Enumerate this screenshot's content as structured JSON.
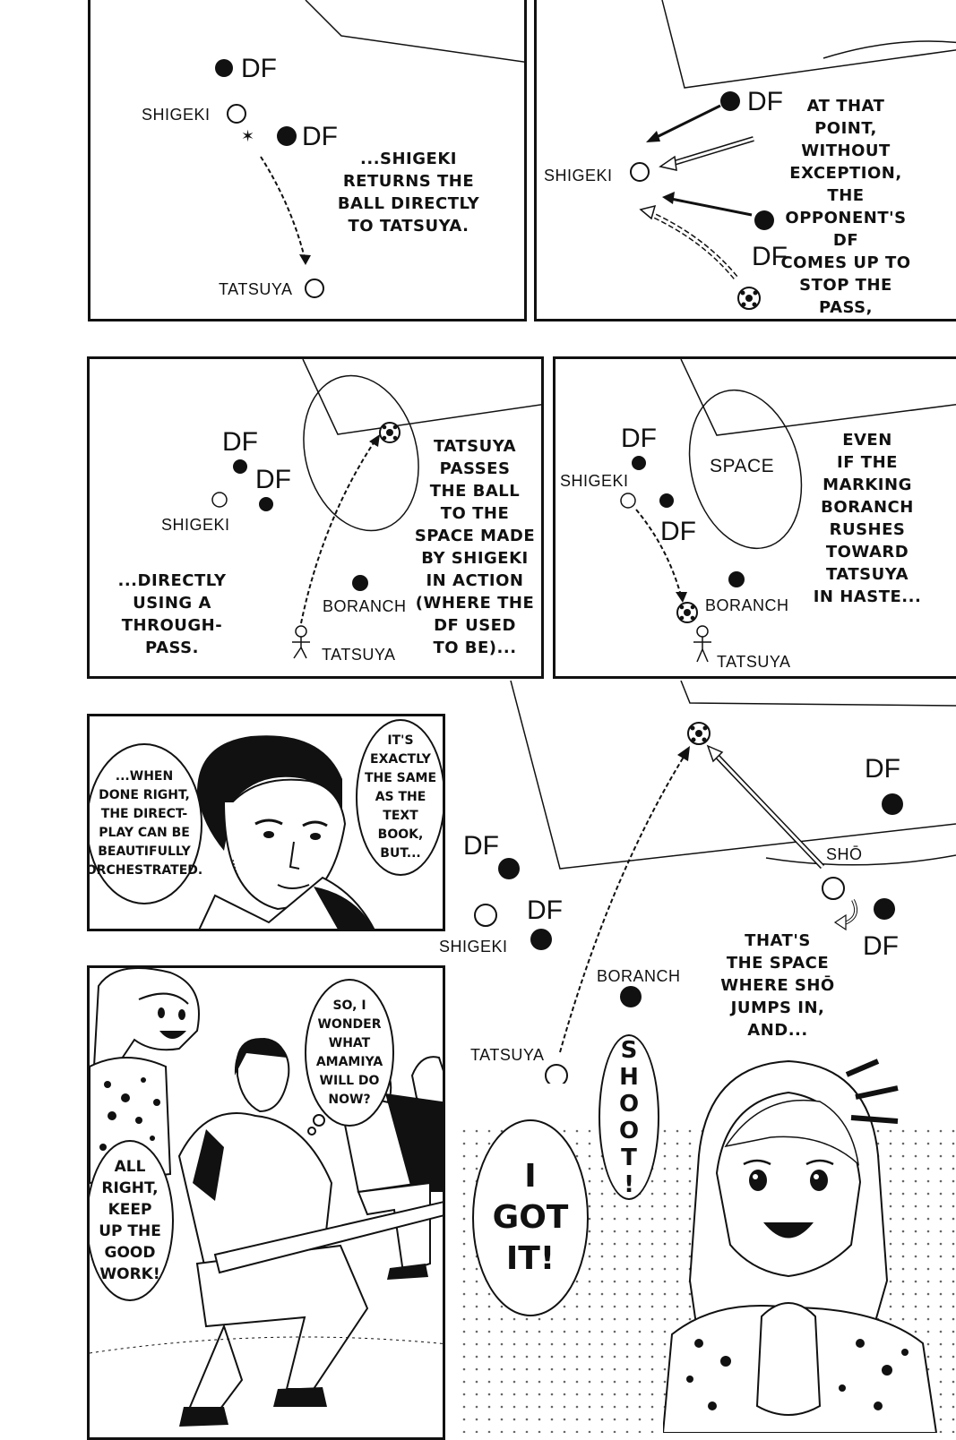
{
  "panel1": {
    "labels": {
      "df_top": "DF",
      "df_mid": "DF",
      "shigeki": "SHIGEKI",
      "tatsuya": "TATSUYA"
    },
    "caption": "...SHIGEKI\nRETURNS THE\nBALL DIRECTLY\nTO TATSUYA."
  },
  "panel2": {
    "labels": {
      "df_top": "DF",
      "df_bottom": "DF",
      "shigeki": "SHIGEKI"
    },
    "caption": "AT THAT\nPOINT, WITHOUT\nEXCEPTION, THE\nOPPONENT'S DF\nCOMES UP TO\nSTOP THE\nPASS,\nBUT..."
  },
  "panel3": {
    "labels": {
      "df_top": "DF",
      "df_mid": "DF",
      "shigeki": "SHIGEKI",
      "boranch": "BORANCH",
      "tatsuya": "TATSUYA"
    },
    "caption_left": "...DIRECTLY\nUSING A\nTHROUGH-\nPASS.",
    "caption_right": "TATSUYA\nPASSES\nTHE BALL\nTO THE\nSPACE MADE\nBY SHIGEKI\nIN ACTION\n(WHERE THE\nDF USED\nTO BE)..."
  },
  "panel4": {
    "labels": {
      "df_top": "DF",
      "df_mid": "DF",
      "shigeki": "SHIGEKI",
      "space": "SPACE",
      "boranch": "BORANCH",
      "tatsuya": "TATSUYA"
    },
    "caption": "EVEN\nIF THE\nMARKING\nBORANCH\nRUSHES\nTOWARD\nTATSUYA\nIN HASTE..."
  },
  "panel5": {
    "bubble_left": "...WHEN\nDONE RIGHT,\nTHE DIRECT-\nPLAY CAN BE\nBEAUTIFULLY\nORCHESTRATED.",
    "bubble_right": "IT'S\nEXACTLY\nTHE SAME\nAS THE\nTEXT\nBOOK,\nBUT..."
  },
  "diagram": {
    "labels": {
      "df_right_top": "DF",
      "sho": "SHŌ",
      "df_right_bottom": "DF",
      "df_left_top": "DF",
      "df_left_mid": "DF",
      "shigeki": "SHIGEKI",
      "boranch": "BORANCH",
      "tatsuya": "TATSUYA"
    },
    "caption": "THAT'S\nTHE SPACE\nWHERE SHŌ\nJUMPS IN,\nAND..."
  },
  "panel6": {
    "bubble_thought": "SO, I\nWONDER\nWHAT\nAMAMIYA\nWILL DO\nNOW?",
    "bubble_left": "ALL\nRIGHT,\nKEEP\nUP THE\nGOOD\nWORK!"
  },
  "panel7": {
    "bubble_shoot": "SHOOT!",
    "bubble_got_it": "I\nGOT\nIT!"
  }
}
